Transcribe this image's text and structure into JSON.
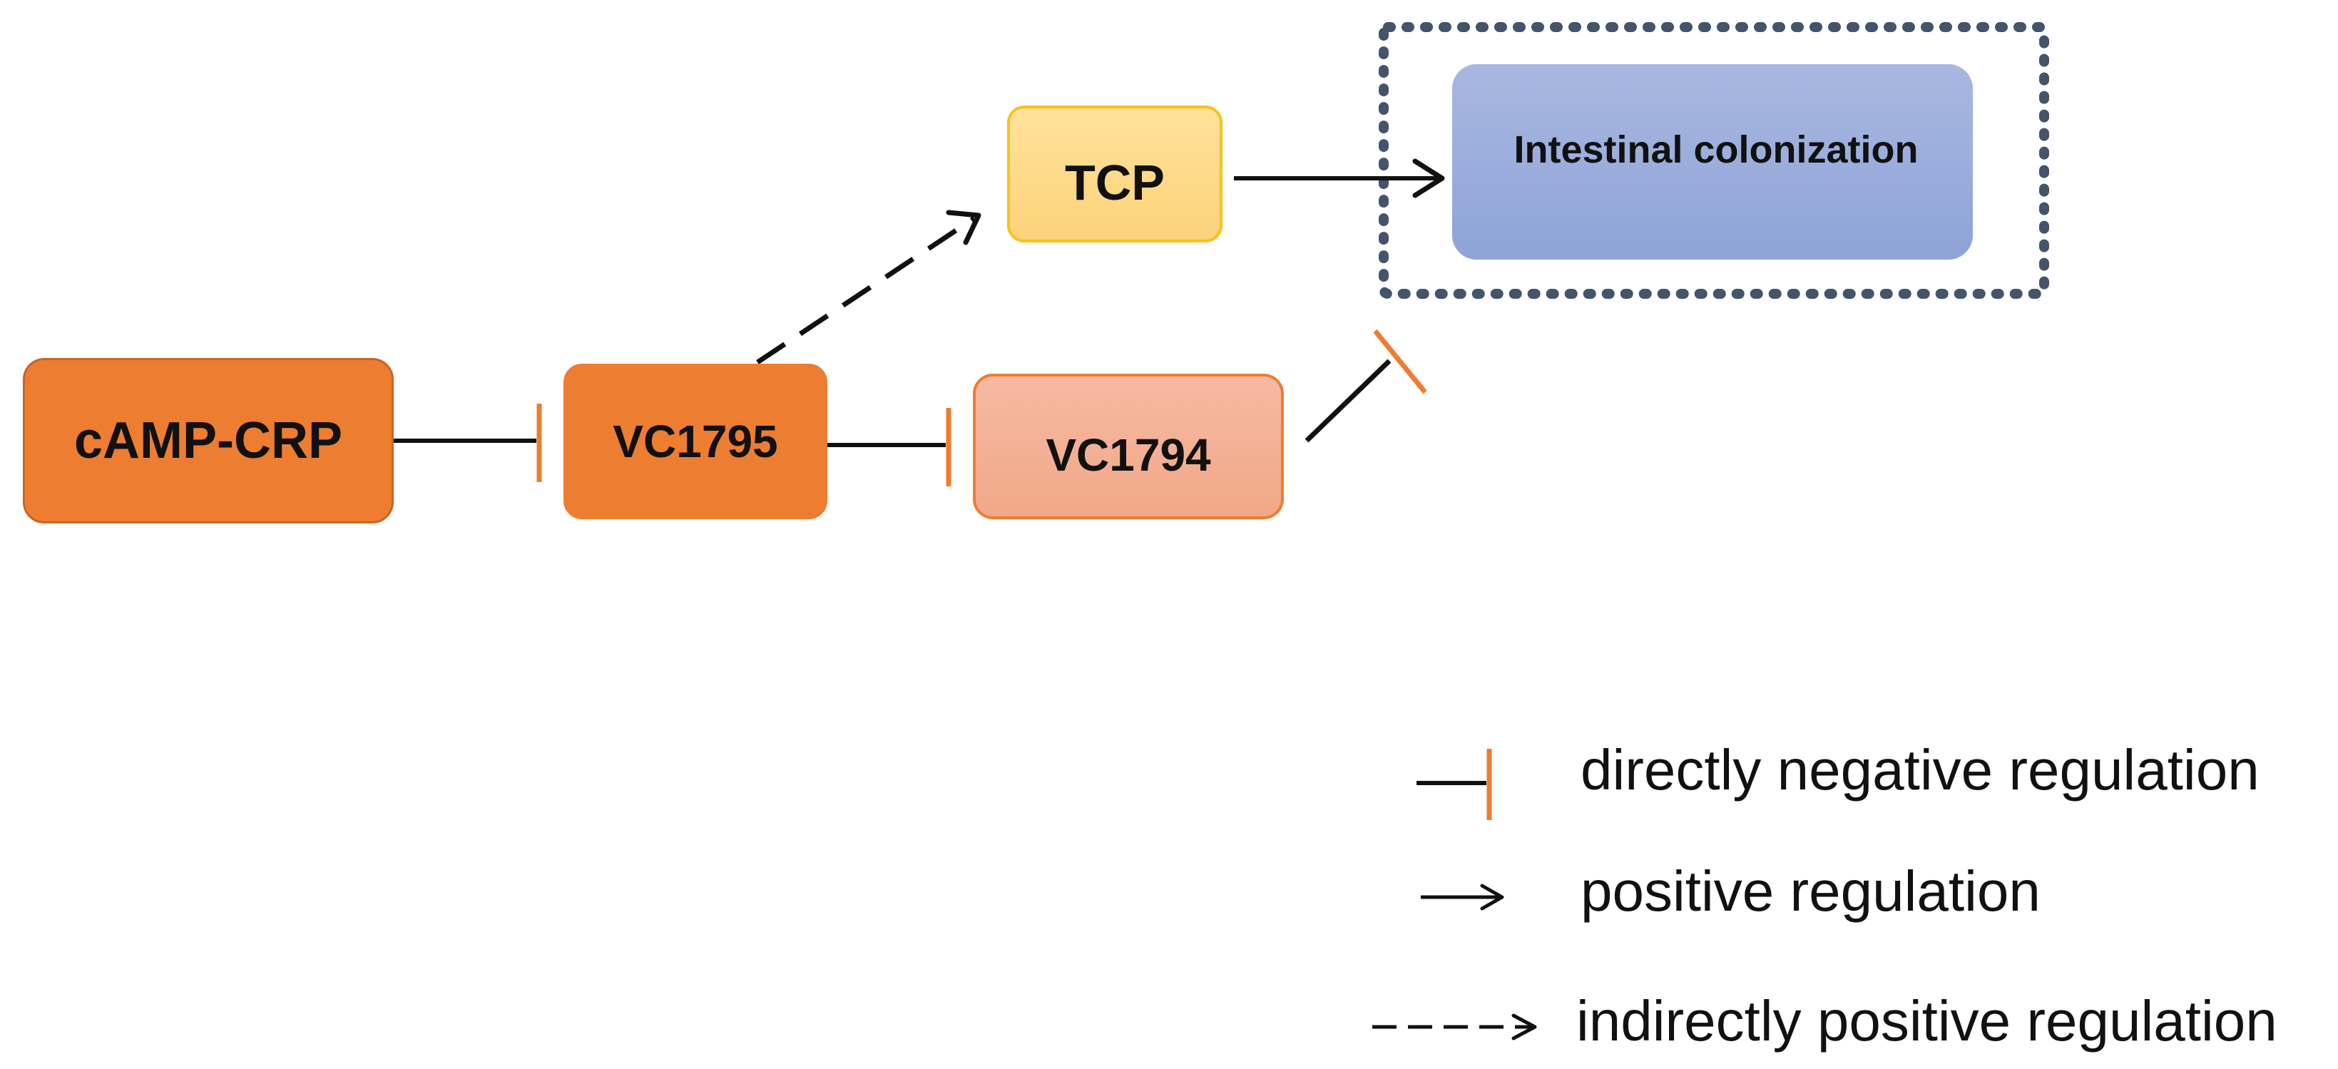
{
  "diagram": {
    "nodes": {
      "camp_crp": "cAMP-CRP",
      "vc1795": "VC1795",
      "vc1794": "VC1794",
      "tcp": "TCP",
      "intestinal_colonization": "Intestinal colonization"
    },
    "edges": [
      {
        "from": "cAMP-CRP",
        "to": "VC1795",
        "type": "directly negative regulation"
      },
      {
        "from": "VC1795",
        "to": "VC1794",
        "type": "directly negative regulation"
      },
      {
        "from": "VC1795",
        "to": "TCP",
        "type": "indirectly positive regulation"
      },
      {
        "from": "TCP",
        "to": "Intestinal colonization",
        "type": "positive regulation"
      },
      {
        "from": "VC1794",
        "to": "Intestinal colonization",
        "type": "directly negative regulation"
      }
    ],
    "colors": {
      "inhibit_bar": "#ed7d31",
      "camp_fill": "#ed7d31",
      "vc1794_fill": "#f4b093",
      "tcp_fill": "#ffdb8a",
      "intestine_fill": "#98acdc",
      "dotted_frame": "#44546a"
    }
  },
  "legend": {
    "items": [
      {
        "label": "directly negative regulation",
        "symbol": "inhibition-line"
      },
      {
        "label": "positive regulation",
        "symbol": "solid-arrow"
      },
      {
        "label": "indirectly positive regulation",
        "symbol": "dashed-arrow"
      }
    ]
  }
}
